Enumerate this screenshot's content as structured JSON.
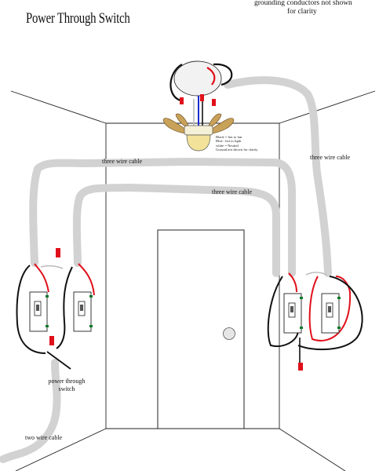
{
  "title": "Power Through Switch",
  "note": {
    "line1": "grounding conductors not shown",
    "line2": "for clarity"
  },
  "cable_labels": {
    "three_wire_left": "three wire cable",
    "three_wire_middle": "three wire cable",
    "three_wire_right": "three wire cable",
    "two_wire": "two wire cable"
  },
  "power_label": {
    "line1": "power through",
    "line2": "switch"
  },
  "fixture_legend": [
    "Black = hot to fan",
    "Blue : hot to light",
    "white = Neutral",
    "Ground not shown for clarity"
  ],
  "colors": {
    "cable": "#d2d2d2",
    "hot_wire": "#e0101a",
    "neutral_wire": "#111111",
    "blue_wire": "#1a2bd0",
    "fan_blade": "#c9a25a",
    "light_globe": "#f3e39a",
    "outline": "#222222"
  }
}
